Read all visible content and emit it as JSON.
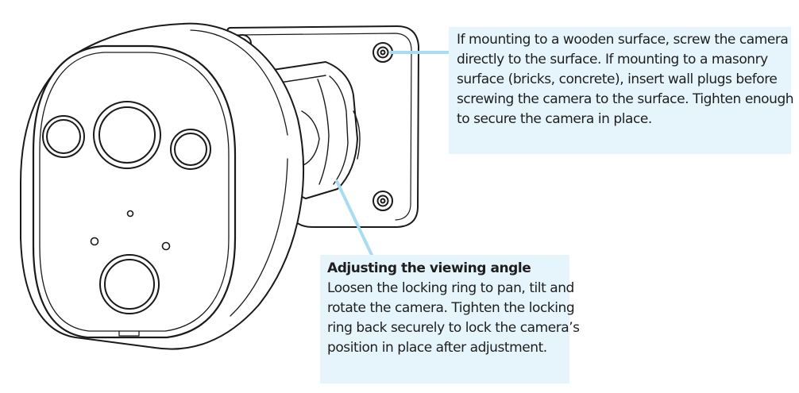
{
  "colors": {
    "callout_background": "#e6f4fb",
    "leader_line": "#a9dcf2",
    "outline": "#1a1a1a",
    "text": "#1e1e1e"
  },
  "mounting_callout": {
    "lines": [
      "If mounting to a wooden surface, screw the camera",
      "directly to the surface. If mounting to a masonry",
      "surface (bricks, concrete), insert wall plugs before",
      "screwing the camera to the surface. Tighten enough",
      "to secure the camera in place."
    ]
  },
  "viewing_angle_callout": {
    "heading": "Adjusting the viewing angle",
    "lines": [
      "Loosen the locking ring to pan, tilt and",
      "rotate the camera. Tighten the locking",
      "ring back securely to lock the camera’s",
      "position in place after adjustment."
    ]
  },
  "illustration": {
    "subject": "outdoor security camera on wall mount bracket",
    "parts": [
      "camera-body",
      "camera-face",
      "lens",
      "infrared-led",
      "microphone",
      "motion-sensor",
      "mount-plate",
      "mount-screw",
      "locking-ring"
    ]
  }
}
